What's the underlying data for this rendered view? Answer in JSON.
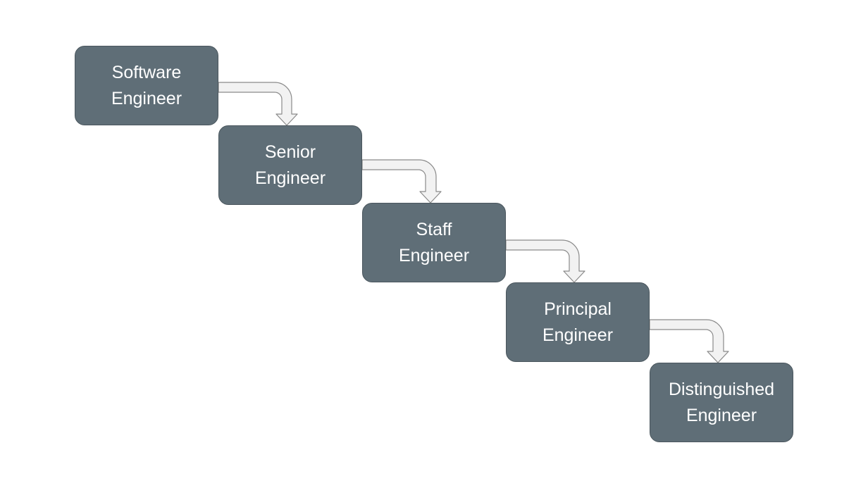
{
  "steps": [
    {
      "line1": "Software",
      "line2": "Engineer"
    },
    {
      "line1": "Senior",
      "line2": "Engineer"
    },
    {
      "line1": "Staff",
      "line2": "Engineer"
    },
    {
      "line1": "Principal",
      "line2": "Engineer"
    },
    {
      "line1": "Distinguished",
      "line2": "Engineer"
    }
  ],
  "colors": {
    "box_fill": "#5f6e77",
    "box_text": "#ffffff",
    "arrow_fill": "#f2f2f2",
    "arrow_stroke": "#8a8a8a"
  }
}
